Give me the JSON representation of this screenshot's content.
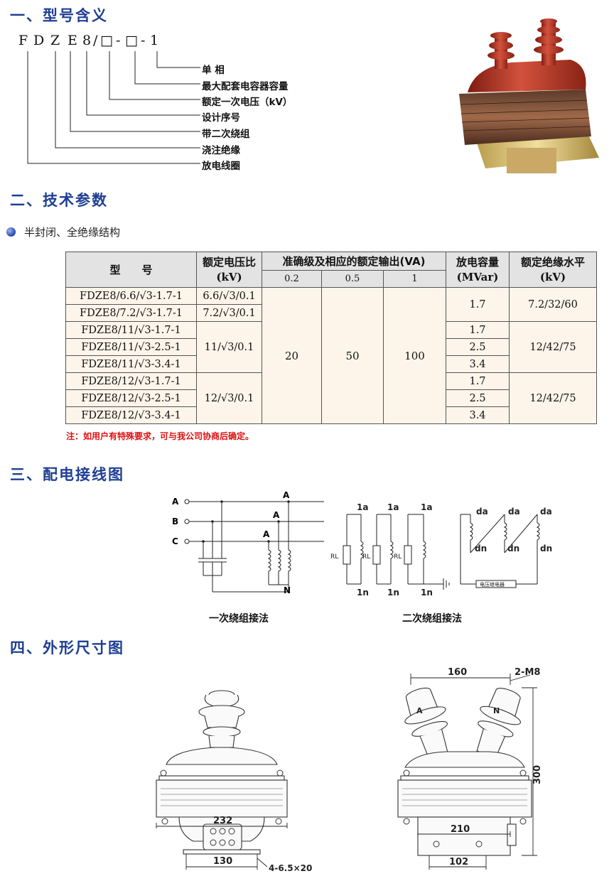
{
  "sections": {
    "s1": "一、型号含义",
    "s2": "二、技术参数",
    "s3": "三、配电接线图",
    "s4": "四、外形尺寸图"
  },
  "model_code": {
    "chars": [
      "F",
      "D",
      "Z",
      "E",
      "8",
      "/",
      "□",
      "-",
      "□",
      "-",
      "1"
    ]
  },
  "meanings": [
    "单 相",
    "最大配套电容器容量",
    "额定一次电压（kV）",
    "设计序号",
    "带二次绕组",
    "浇注绝缘",
    "放电线圈"
  ],
  "structure_note": "半封闭、全绝缘结构",
  "table": {
    "headers": {
      "model": "型　　号",
      "ratio": "额定电压比",
      "ratio_unit": "(kV)",
      "accuracy": "准确级及相应的额定输出(VA)",
      "acc_02": "0.2",
      "acc_05": "0.5",
      "acc_1": "1",
      "discharge": "放电容量",
      "discharge_unit": "(MVar)",
      "insulation": "额定绝缘水平",
      "insulation_unit": "(kV)"
    },
    "models": [
      "FDZE8/6.6/√3-1.7-1",
      "FDZE8/7.2/√3-1.7-1",
      "FDZE8/11/√3-1.7-1",
      "FDZE8/11/√3-2.5-1",
      "FDZE8/11/√3-3.4-1",
      "FDZE8/12/√3-1.7-1",
      "FDZE8/12/√3-2.5-1",
      "FDZE8/12/√3-3.4-1"
    ],
    "ratios": [
      "6.6/√3/0.1",
      "7.2/√3/0.1",
      "11/√3/0.1",
      "12/√3/0.1"
    ],
    "outputs": [
      "20",
      "50",
      "100"
    ],
    "discharge": [
      "1.7",
      "1.7",
      "2.5",
      "3.4",
      "1.7",
      "2.5",
      "3.4"
    ],
    "insulation": [
      "7.2/32/60",
      "12/42/75",
      "12/42/75"
    ]
  },
  "note": "注：如用户有特殊要求，可与我公司协商后确定。",
  "wiring": {
    "phases": [
      "A",
      "B",
      "C"
    ],
    "primary_labels": {
      "a": "A",
      "n": "N"
    },
    "secondary_top": "1a",
    "secondary_bottom": "1n",
    "rl": "RL",
    "delta_top": "da",
    "delta_bottom": "dn",
    "relay": "电压继电器",
    "caption_primary": "一次绕组接法",
    "caption_secondary": "二次绕组接法"
  },
  "dimensions": {
    "left": {
      "width": "232",
      "base": "130",
      "holes": "4-6.5×20"
    },
    "right": {
      "spacing": "160",
      "terminal": "2-M8",
      "height": "300",
      "width": "210",
      "base": "102",
      "left_insulator": "A",
      "right_insulator": "N"
    }
  },
  "colors": {
    "heading": "#1f3f93",
    "note": "#dd1111",
    "insulator": "#b83a2a",
    "table_header": "#e3e3e3",
    "table_body": "#fdf5ea"
  }
}
